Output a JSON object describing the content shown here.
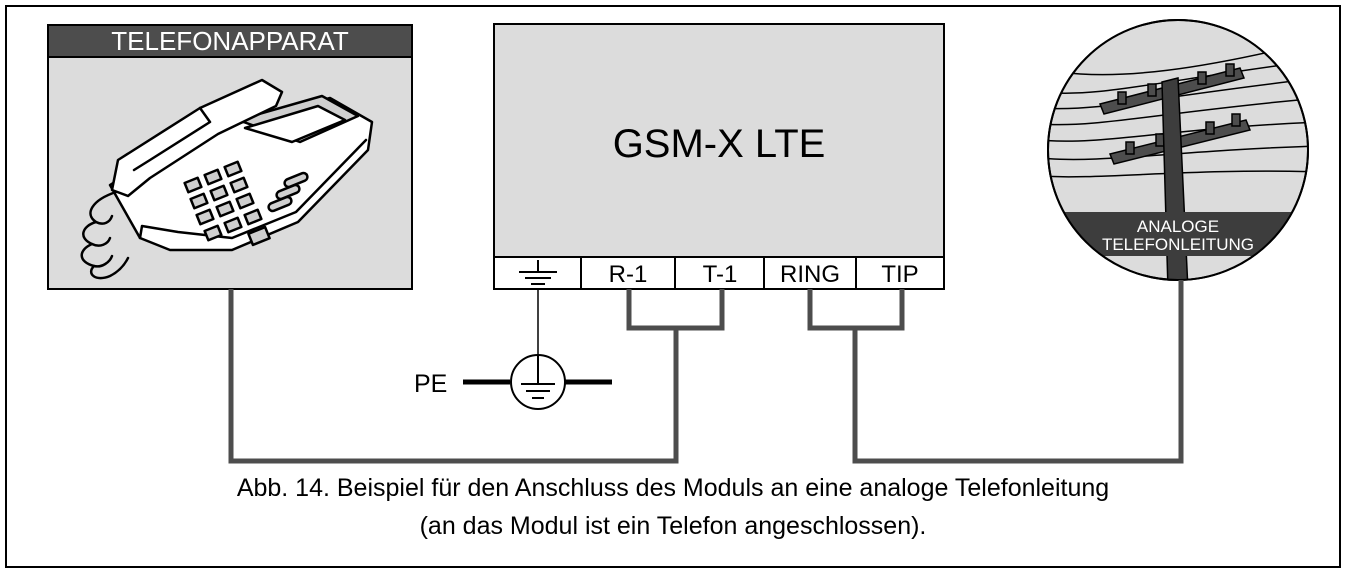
{
  "phone": {
    "label": "TELEFONAPPARAT"
  },
  "module": {
    "name": "GSM-X LTE",
    "terminals": [
      "R-1",
      "T-1",
      "RING",
      "TIP"
    ]
  },
  "line": {
    "label_line1": "ANALOGE",
    "label_line2": "TELEFONLEITUNG"
  },
  "ground": {
    "label": "PE"
  },
  "caption": {
    "line1": "Abb. 14. Beispiel für den Anschluss des Moduls an eine analoge Telefonleitung",
    "line2": "(an das Modul ist ein Telefon angeschlossen)."
  },
  "colors": {
    "label_bg": "#4d4d4d",
    "panel_bg": "#dcdcdc",
    "wire": "#4d4d4d",
    "pole": "#3d3d3d"
  }
}
